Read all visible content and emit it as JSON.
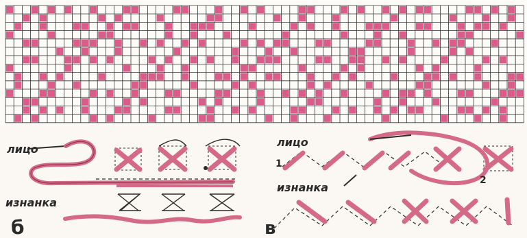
{
  "pattern_grid": {
    "stitch_color": "#d6457a",
    "grid_line_color": "#333333",
    "background": "#fdfbf8"
  },
  "panel_b": {
    "letter": "б",
    "label_front": "лицо",
    "label_back": "изнанка"
  },
  "panel_v": {
    "letter": "в",
    "label_front": "лицо",
    "label_back": "изнанка",
    "marker_1": "1",
    "marker_2": "2"
  },
  "colors": {
    "thread": "#d46a86",
    "thread_dark": "#8a2c4a",
    "ink": "#2a2a2a"
  }
}
